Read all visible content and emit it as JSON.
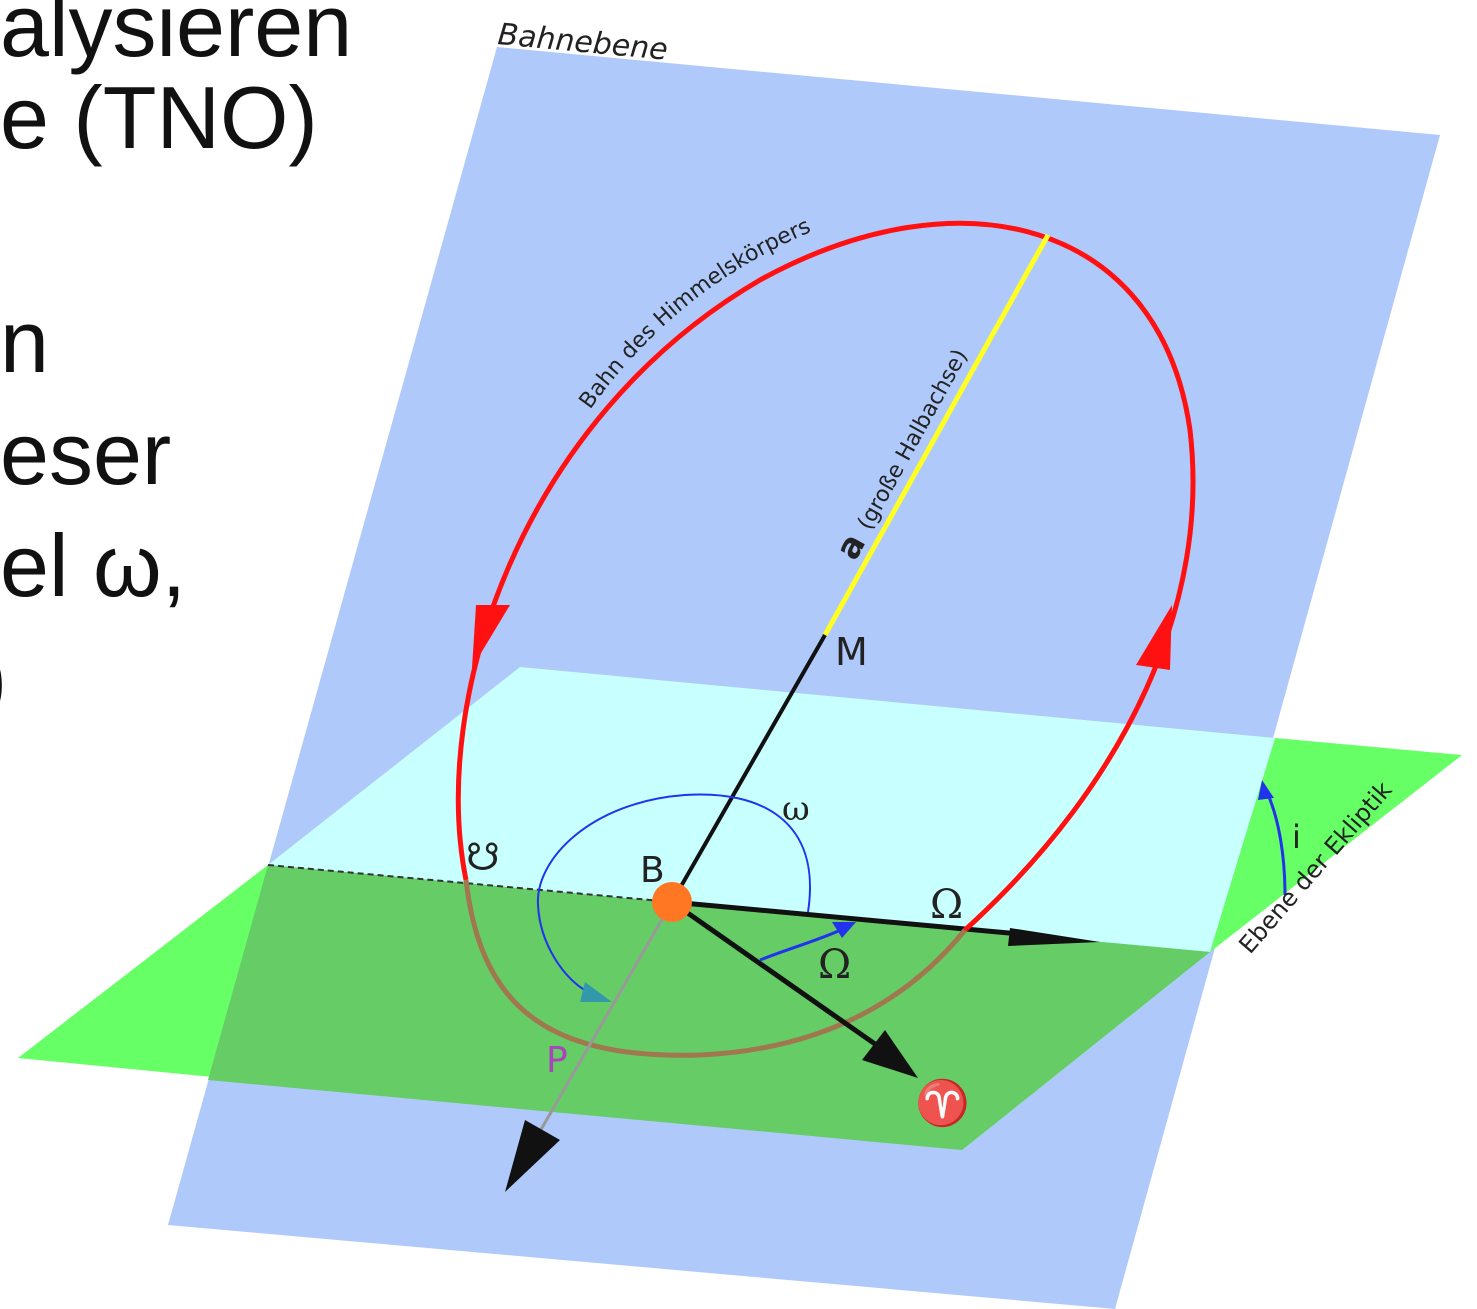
{
  "slide_text": {
    "lines": [
      "alysieren",
      "e (TNO)",
      "n",
      "eser",
      "el ω,",
      ")"
    ]
  },
  "diagram": {
    "labels": {
      "orbit_plane": "Bahnebene",
      "orbit_path": "Bahn des Himmelskörpers",
      "semi_major_axis_symbol": "a",
      "semi_major_axis_text": "(große Halbachse)",
      "center": "M",
      "focus": "B",
      "argument_of_periapsis": "ω",
      "descending_node": "☋",
      "ascending_node": "Ω",
      "longitude_ascending_node": "Ω",
      "inclination": "i",
      "ecliptic_plane": "Ebene der Ekliptik",
      "periapsis": "P",
      "vernal_equinox": "♈"
    },
    "colors": {
      "orbit_plane": "#b0c9fb",
      "ecliptic_above": "#c8ffff",
      "ecliptic": "#66ff66",
      "ecliptic_below_overlap": "#66cc66",
      "orbit": "#ff1111",
      "orbit_below": "#a0774f",
      "semi_major_axis": "#ffff22",
      "angle_arcs": "#2233ee",
      "periapsis_label": "#aa44bb",
      "sun": "#ff7722"
    }
  }
}
